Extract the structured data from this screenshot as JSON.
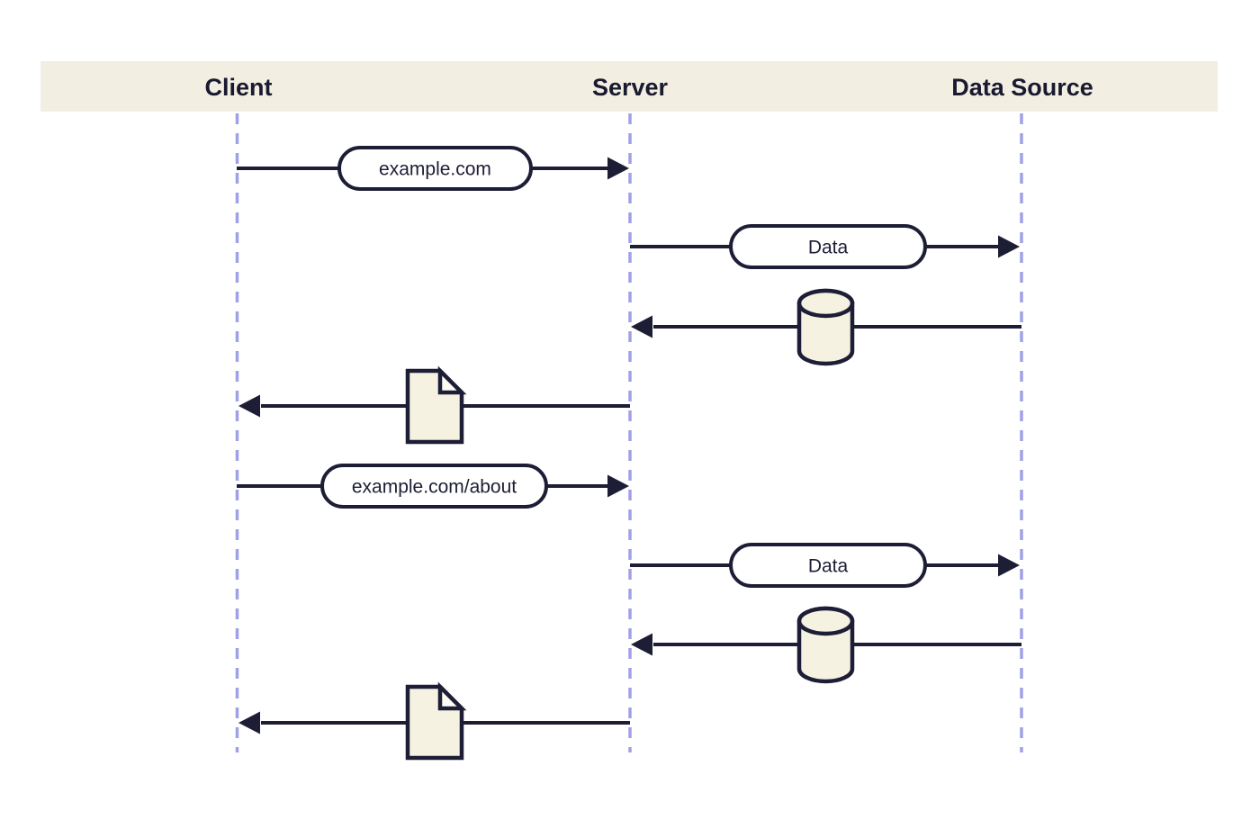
{
  "diagram": {
    "type": "sequence-diagram",
    "lanes": [
      {
        "label": "Client"
      },
      {
        "label": "Server"
      },
      {
        "label": "Data Source"
      }
    ],
    "messages": [
      {
        "from": "Client",
        "to": "Server",
        "label": "example.com",
        "kind": "request-pill"
      },
      {
        "from": "Server",
        "to": "Data Source",
        "label": "Data",
        "kind": "request-pill"
      },
      {
        "from": "Data Source",
        "to": "Server",
        "icon": "database-cylinder-icon",
        "kind": "response-icon"
      },
      {
        "from": "Server",
        "to": "Client",
        "icon": "document-icon",
        "kind": "response-icon"
      },
      {
        "from": "Client",
        "to": "Server",
        "label": "example.com/about",
        "kind": "request-pill"
      },
      {
        "from": "Server",
        "to": "Data Source",
        "label": "Data",
        "kind": "request-pill"
      },
      {
        "from": "Data Source",
        "to": "Server",
        "icon": "database-cylinder-icon",
        "kind": "response-icon"
      },
      {
        "from": "Server",
        "to": "Client",
        "icon": "document-icon",
        "kind": "response-icon"
      }
    ],
    "colors": {
      "background": "#ffffff",
      "header_bar": "#f2efe2",
      "stroke_dark": "#1d1d36",
      "lifeline": "#a0a0e8",
      "icon_fill": "#f5f2e2",
      "pill_fill": "#ffffff"
    }
  }
}
